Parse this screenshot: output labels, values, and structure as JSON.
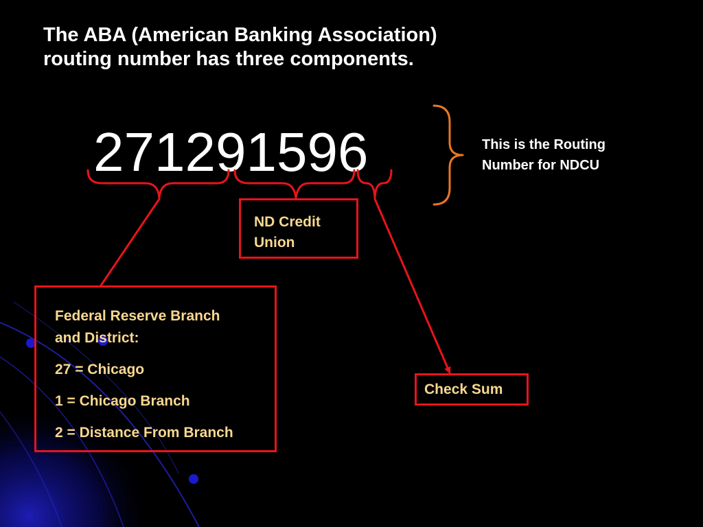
{
  "slide": {
    "title_line1": "The ABA (American Banking Association)",
    "title_line2": "routing number has three components.",
    "routing_number": "271291596",
    "side_note_line1": "This is the Routing",
    "side_note_line2": "Number for NDCU",
    "ndcu_box": {
      "line1": "ND Credit",
      "line2": "Union"
    },
    "frb_box": {
      "heading_line1": "Federal Reserve Branch",
      "heading_line2": "and District:",
      "item1": "27 = Chicago",
      "item2": "1 = Chicago Branch",
      "item3": "2 = Distance From Branch"
    },
    "check_box": {
      "label": "Check Sum"
    }
  },
  "colors": {
    "background": "#000000",
    "text": "#ffffff",
    "label_text": "#f8d890",
    "bracket_red": "#e8141b",
    "brace_orange": "#e87722",
    "accent_blue": "#1a1acc"
  }
}
